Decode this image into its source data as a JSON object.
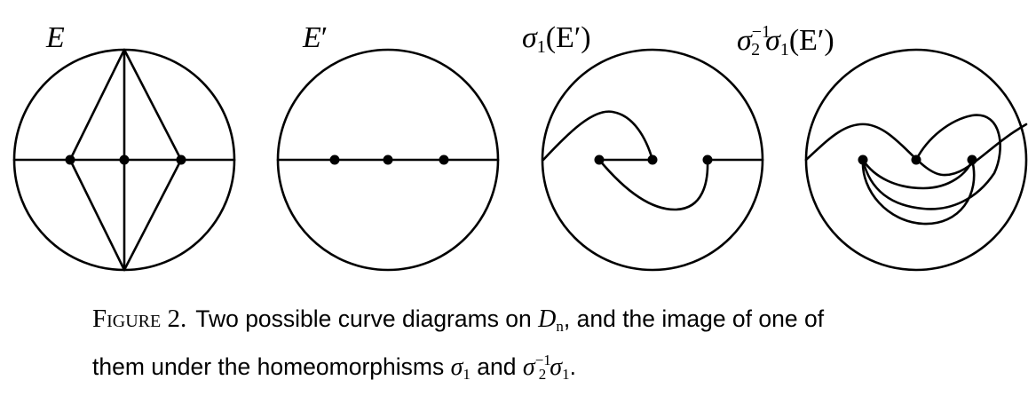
{
  "panels": [
    {
      "label_base": "E",
      "label_prime": ""
    },
    {
      "label_base": "E",
      "label_prime": "′"
    },
    {
      "label_fn": "σ",
      "label_fn_sub": "1",
      "label_arg": "(E′)"
    },
    {
      "label_fn": "σ",
      "label_fn_sub": "2",
      "label_fn_sup": "−1",
      "label_fn2": "σ",
      "label_fn2_sub": "1",
      "label_arg": "(E′)"
    }
  ],
  "caption": {
    "figure_label": "Figure 2.",
    "line1_text": "Two possible curve diagrams on",
    "math_D": "D",
    "math_n": "n",
    "line1_rest": ", and the image of one of",
    "line2_text": "them under the homeomorphisms",
    "sigma": "σ",
    "sub1": "1",
    "and": "and",
    "sub2": "2",
    "sup_inv": "−1",
    "end": "."
  },
  "colors": {
    "ink": "#000000",
    "background": "#ffffff"
  }
}
